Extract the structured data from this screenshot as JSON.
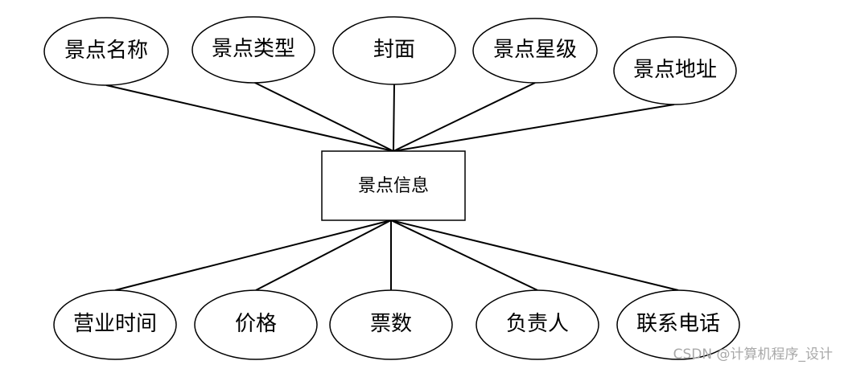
{
  "entity": {
    "label": "景点信息"
  },
  "attributes_top": [
    {
      "label": "景点名称"
    },
    {
      "label": "景点类型"
    },
    {
      "label": "封面"
    },
    {
      "label": "景点星级"
    },
    {
      "label": "景点地址"
    }
  ],
  "attributes_bottom": [
    {
      "label": "营业时间"
    },
    {
      "label": "价格"
    },
    {
      "label": "票数"
    },
    {
      "label": "负责人"
    },
    {
      "label": "联系电话"
    }
  ],
  "watermark": "CSDN @计算机程序_设计"
}
